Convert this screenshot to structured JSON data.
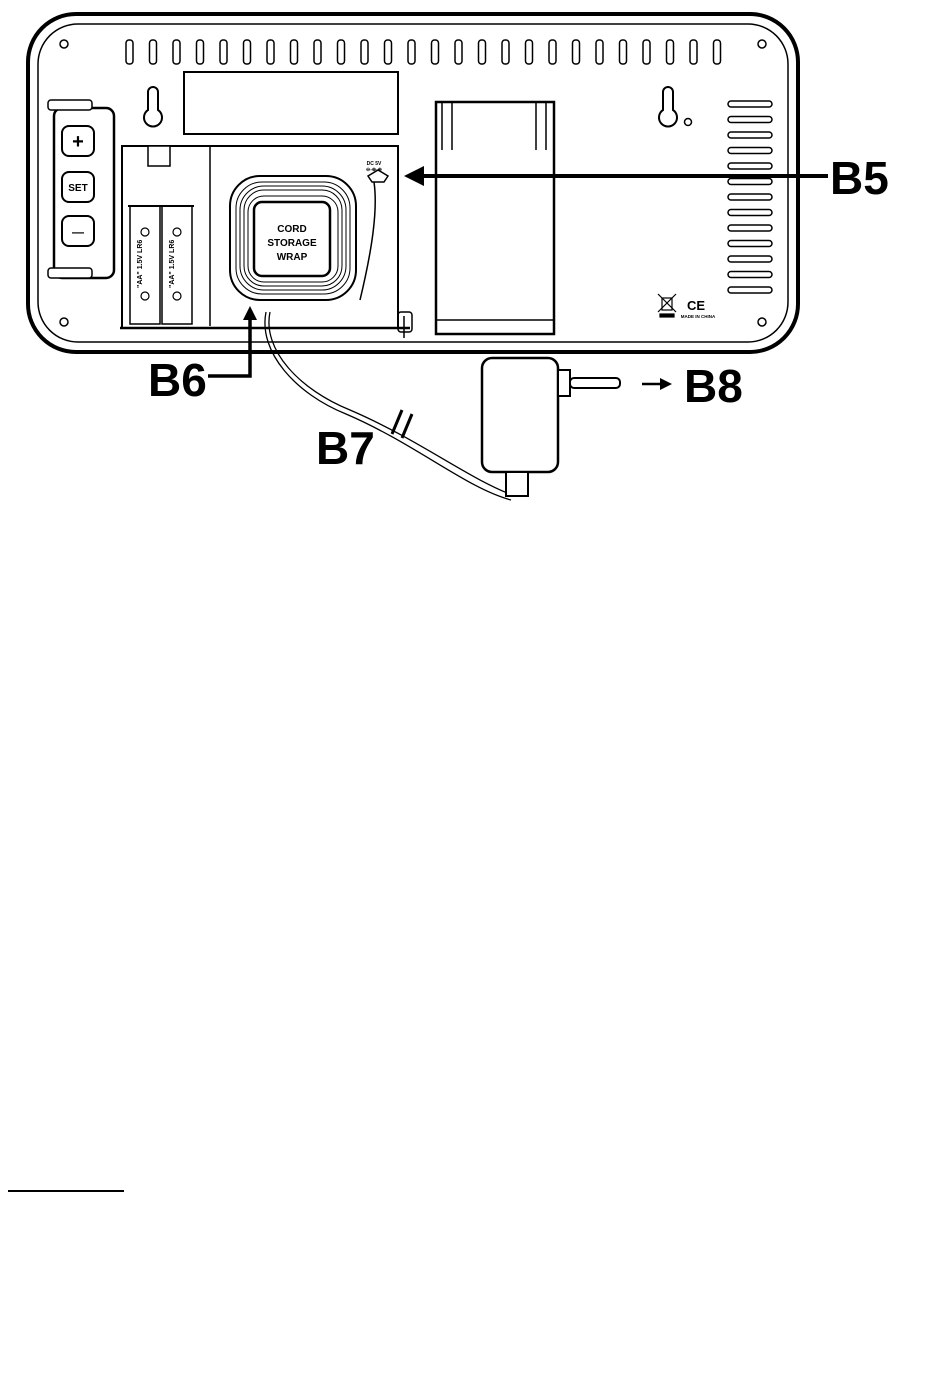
{
  "callouts": {
    "b5": "B5",
    "b6": "B6",
    "b7": "B7",
    "b8": "B8"
  },
  "buttons": {
    "plus": "+",
    "set": "SET",
    "minus": "—"
  },
  "cord_wrap": {
    "line1": "CORD",
    "line2": "STORAGE",
    "line3": "WRAP"
  },
  "jack_label": {
    "line1": "DC 5V",
    "line2": "⊖-⊕-⊕"
  },
  "battery_label": "\"AA\" 1.5V LR6",
  "marks": {
    "ce": "CE",
    "made_in": "MADE IN CHINA"
  },
  "colors": {
    "ink": "#000000",
    "paper": "#ffffff"
  }
}
